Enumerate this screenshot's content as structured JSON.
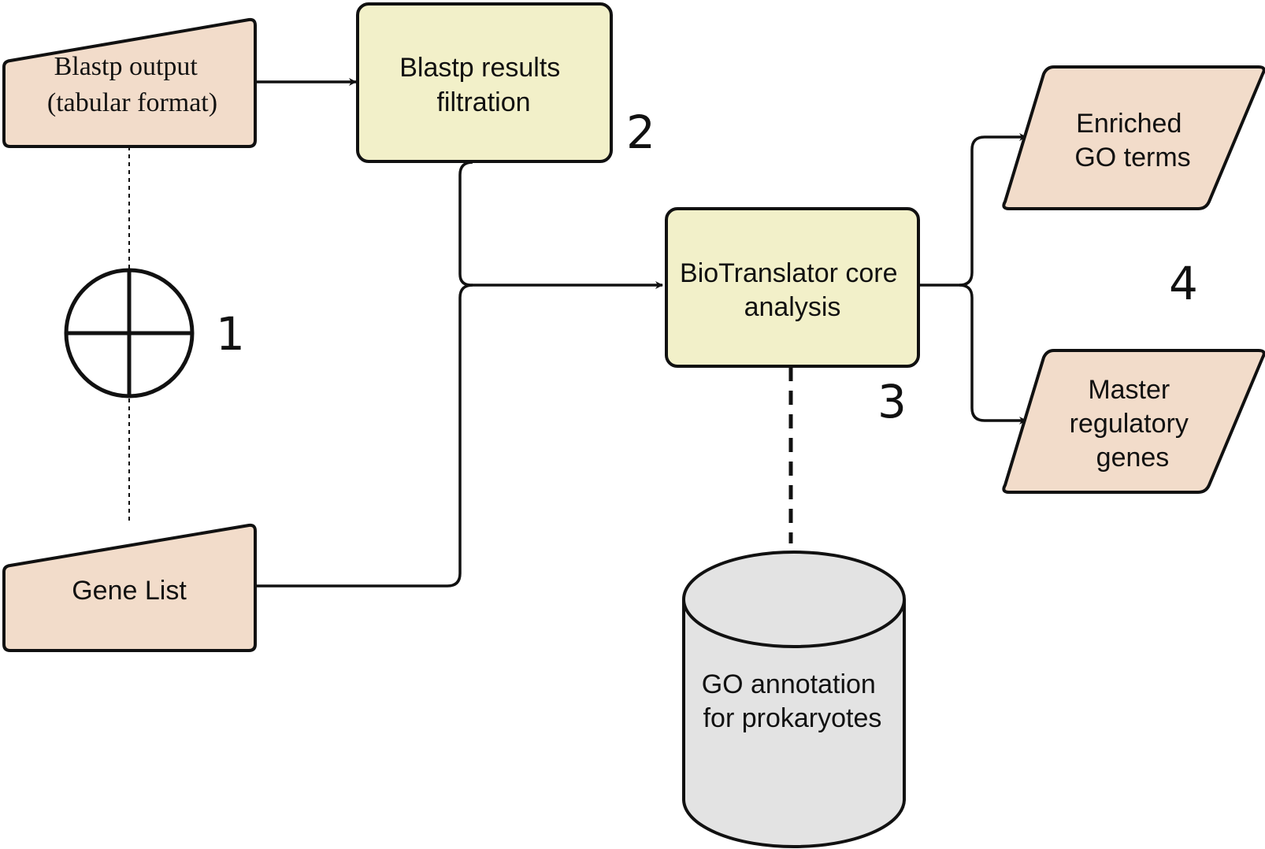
{
  "nodes": {
    "blastp_output": {
      "lines": [
        "Blastp output",
        "(tabular format)"
      ]
    },
    "gene_list": {
      "lines": [
        "Gene List"
      ]
    },
    "filtration": {
      "lines": [
        "Blastp results",
        "filtration"
      ]
    },
    "core_analysis": {
      "lines": [
        "BioTranslator core",
        "analysis"
      ]
    },
    "go_annotation": {
      "lines": [
        "GO annotation",
        "for prokaryotes"
      ]
    },
    "enriched_go": {
      "lines": [
        "Enriched",
        "GO terms"
      ]
    },
    "master_genes": {
      "lines": [
        "Master",
        "regulatory",
        "genes"
      ]
    }
  },
  "step_numbers": {
    "step1": "1",
    "step2": "2",
    "step3": "3",
    "step4": "4"
  },
  "colors": {
    "input_fill": "#f2dcca",
    "process_fill": "#f2f0c9",
    "database_fill": "#e3e3e3",
    "output_fill": "#f2dcca",
    "line": "#111111"
  },
  "icons": {
    "combine_symbol": "circle-cross-icon"
  }
}
